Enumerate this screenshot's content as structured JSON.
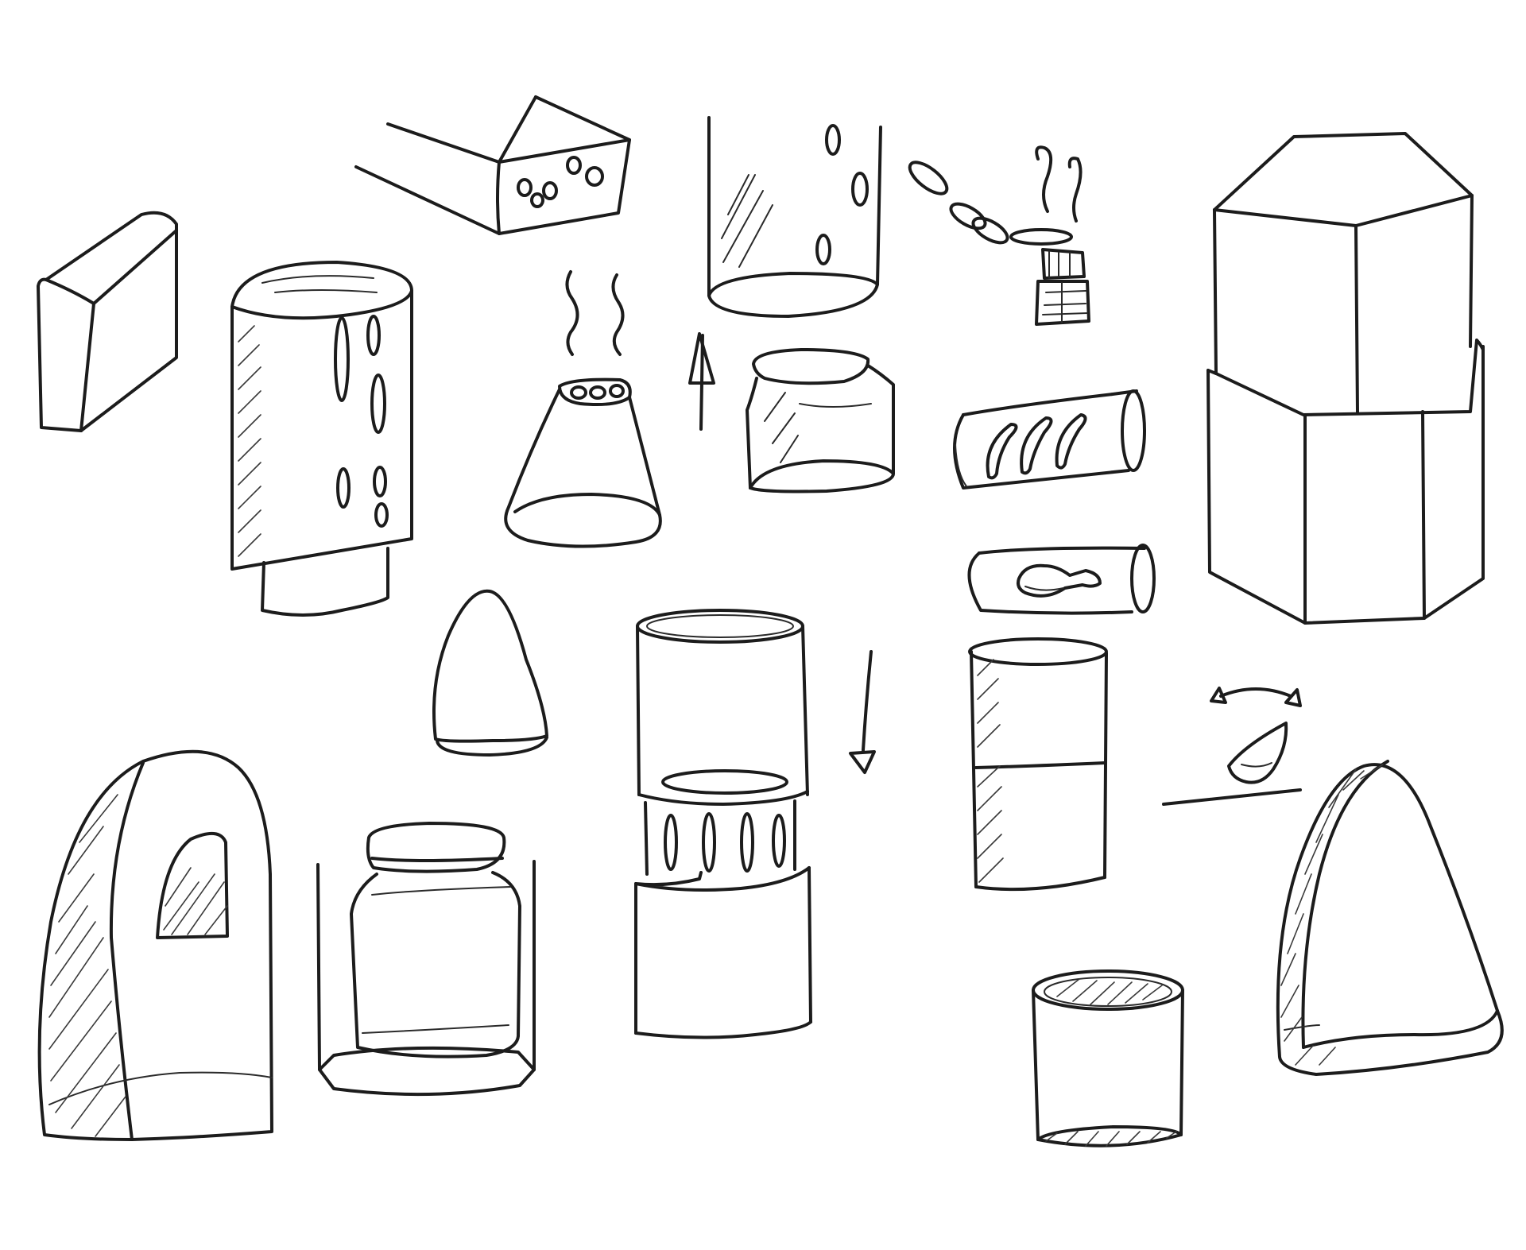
{
  "sheet": {
    "background": "#ffffff",
    "ink": "#1c1c1c",
    "style": "pencil sketch",
    "items": [
      {
        "name": "small-rounded-block",
        "icon": "block-icon"
      },
      {
        "name": "long-bar-with-holes",
        "icon": "bar-icon"
      },
      {
        "name": "tall-glass-with-bubbles",
        "icon": "glass-icon"
      },
      {
        "name": "pills-and-steaming-cup",
        "icon": "pills-icon"
      },
      {
        "name": "hexagonal-tower",
        "icon": "hexagon-prism-icon"
      },
      {
        "name": "slotted-oval-canister",
        "icon": "canister-icon"
      },
      {
        "name": "steaming-cone-diffuser",
        "icon": "cone-icon"
      },
      {
        "name": "up-arrow",
        "icon": "arrow-up-icon"
      },
      {
        "name": "clear-jar-cup",
        "icon": "jar-icon"
      },
      {
        "name": "horizontal-slotted-tube",
        "icon": "tube-icon"
      },
      {
        "name": "horizontal-tube-with-spoon",
        "icon": "tube-icon"
      },
      {
        "name": "small-bullet-dome",
        "icon": "dome-icon"
      },
      {
        "name": "stacked-cylinder-device",
        "icon": "cylinder-icon"
      },
      {
        "name": "down-arrow",
        "icon": "arrow-down-icon"
      },
      {
        "name": "two-tone-cylinder",
        "icon": "cylinder-icon"
      },
      {
        "name": "rotate-arrow-with-tilted-cone",
        "icon": "rotate-icon"
      },
      {
        "name": "arch-shell-stand",
        "icon": "arch-icon"
      },
      {
        "name": "jar-in-holder",
        "icon": "jar-icon"
      },
      {
        "name": "short-cylinder-cup",
        "icon": "cup-icon"
      },
      {
        "name": "large-dome",
        "icon": "dome-icon"
      }
    ]
  }
}
